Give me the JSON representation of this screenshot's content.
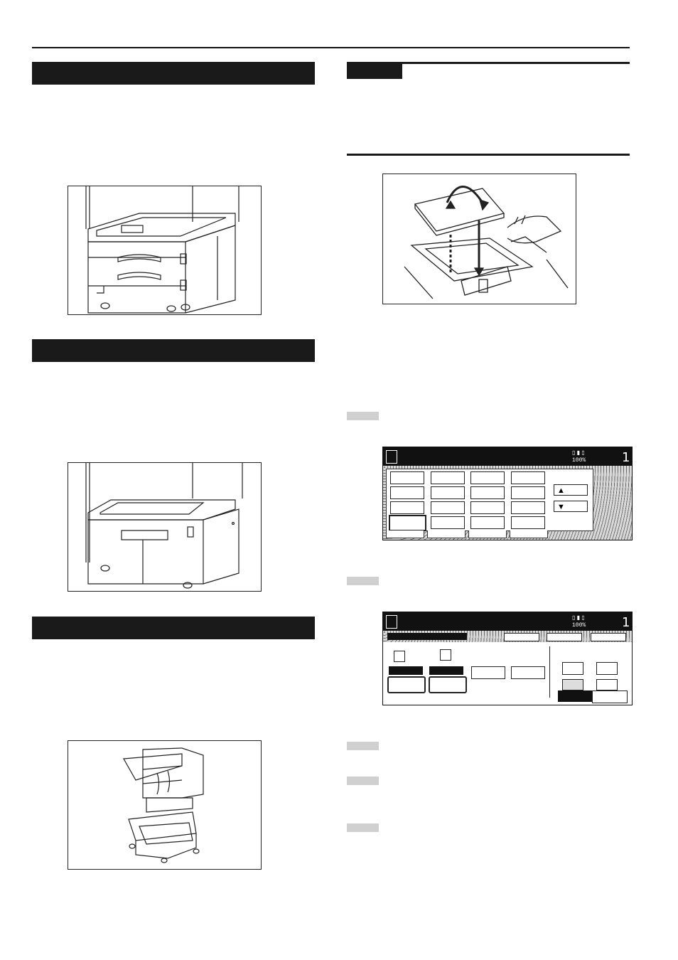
{
  "screen1": {
    "magnification": "100%",
    "copy_count": "1",
    "up_arrow": "▲",
    "down_arrow": "▼"
  },
  "screen2": {
    "magnification": "100%",
    "copy_count": "1"
  },
  "icons": [
    "printer-drawers-icon",
    "large-capacity-feeder-icon",
    "finisher-icon",
    "flip-original-icon",
    "document-icon",
    "up-arrow-icon",
    "down-arrow-icon"
  ]
}
